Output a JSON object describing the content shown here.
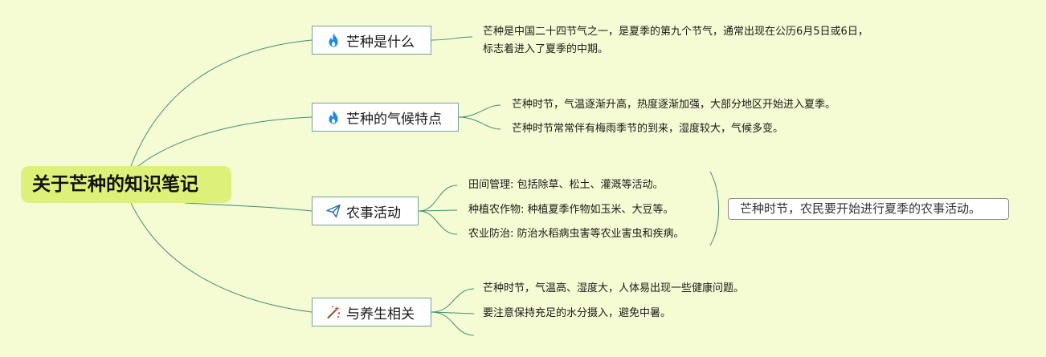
{
  "central": {
    "title": "关于芒种的知识笔记"
  },
  "branches": [
    {
      "label": "芒种是什么",
      "icon": "fire-icon"
    },
    {
      "label": "芒种的气候特点",
      "icon": "fire-icon"
    },
    {
      "label": "农事活动",
      "icon": "paper-plane-icon"
    },
    {
      "label": "与养生相关",
      "icon": "magic-wand-icon"
    }
  ],
  "leaves": {
    "what": [
      "芒种是中国二十四节气之一，是夏季的第九个节气，通常出现在公历6月5日或6日，标志着进入了夏季的中期。"
    ],
    "climate": [
      "芒种时节，气温逐渐升高，热度逐渐加强，大部分地区开始进入夏季。",
      "芒种时节常常伴有梅雨季节的到来，湿度较大，气候多变。"
    ],
    "farming": [
      "田间管理: 包括除草、松土、灌溉等活动。",
      "种植农作物: 种植夏季作物如玉米、大豆等。",
      "农业防治: 防治水稻病虫害等农业害虫和疾病。"
    ],
    "health": [
      "芒种时节，气温高、湿度大，人体易出现一些健康问题。",
      "要注意保持充足的水分摄入，避免中暑。"
    ]
  },
  "summary": {
    "text": "芒种时节，农民要开始进行夏季的农事活动。"
  },
  "colors": {
    "background": "#f5fbd2",
    "central": "#dcf07a",
    "line": "#3f8f7d",
    "fire": "#1e88e5",
    "plane": "#2f6fb0",
    "wand": "#e53935"
  }
}
